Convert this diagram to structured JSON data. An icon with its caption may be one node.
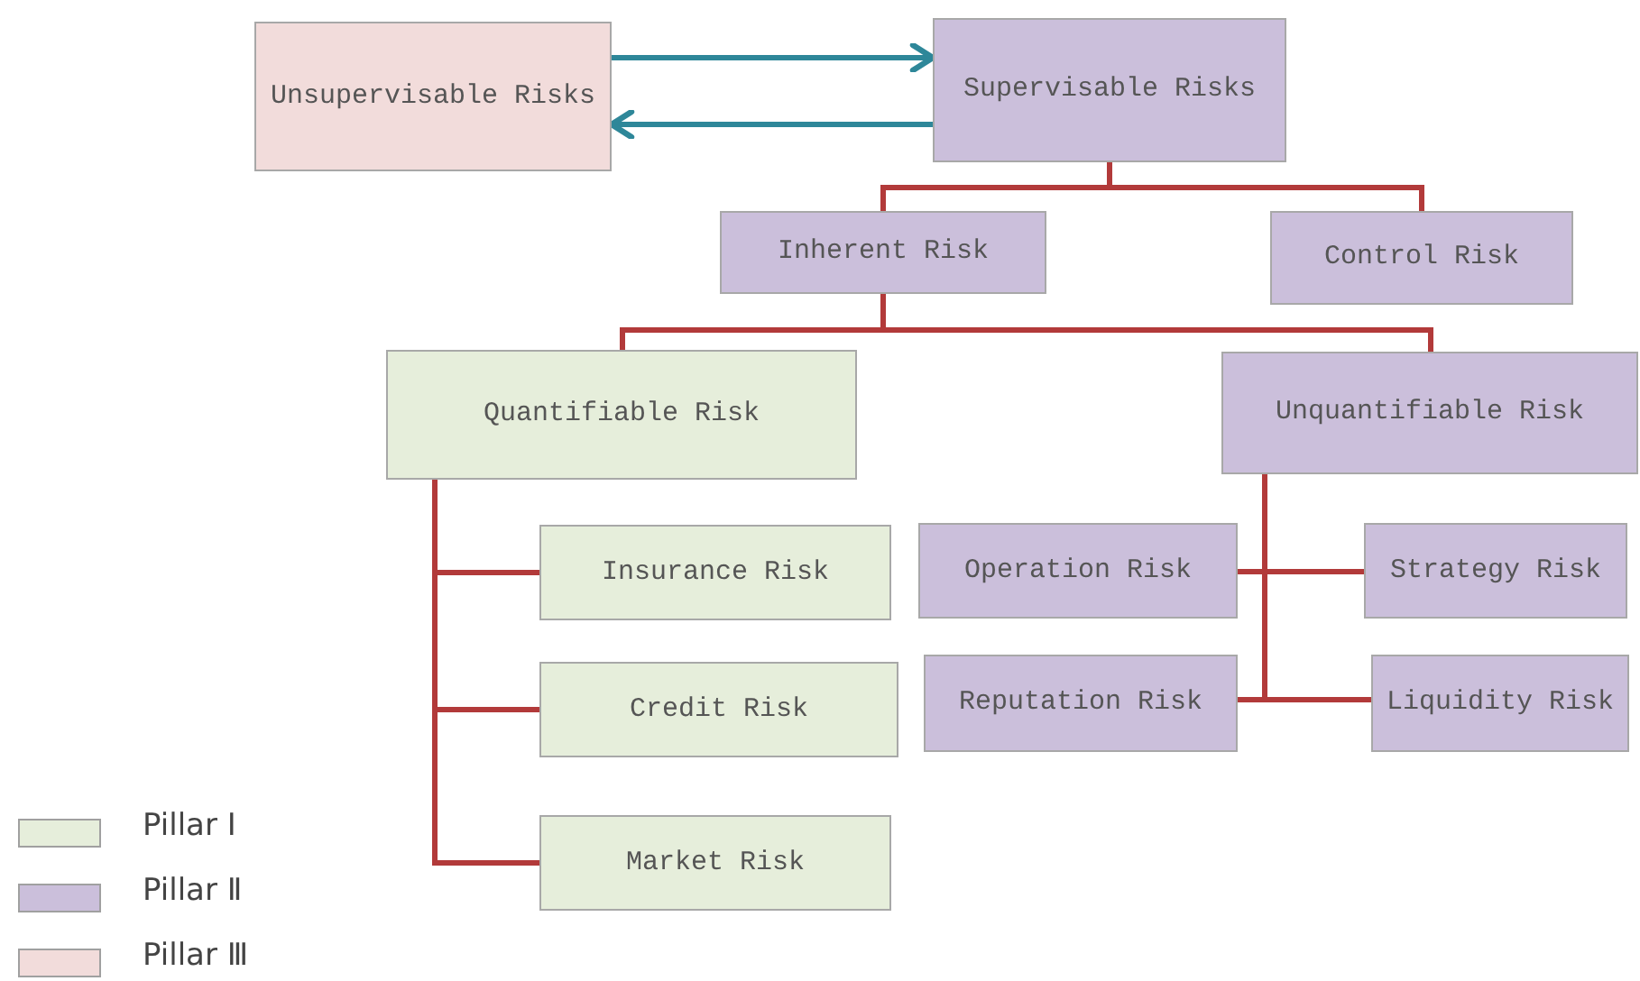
{
  "diagram": {
    "nodes": [
      {
        "text": [
          "Unsupervisable Risks"
        ]
      },
      {
        "text": [
          "Supervisable Risks"
        ]
      },
      {
        "text": [
          "Inherent Risk"
        ]
      },
      {
        "text": [
          "Control Risk"
        ]
      },
      {
        "text": [
          "Quantifiable Risk"
        ]
      },
      {
        "text": [
          "Unquantifiable Risk"
        ]
      },
      {
        "text": [
          "Insurance Risk"
        ]
      },
      {
        "text": [
          "Credit Risk"
        ]
      },
      {
        "text": [
          "Market Risk"
        ]
      },
      {
        "text": [
          "Operation Risk"
        ]
      },
      {
        "text": [
          "Strategy Risk"
        ]
      },
      {
        "text": [
          "Reputation Risk"
        ]
      },
      {
        "text": [
          "Liquidity Risk"
        ]
      }
    ],
    "edges": [
      {
        "from": 0,
        "to": 1,
        "arrow": "to",
        "color": "#2e8799"
      },
      {
        "from": 1,
        "to": 0,
        "arrow": "to",
        "color": "#2e8799"
      },
      {
        "from": 1,
        "to": 2,
        "arrow": "none"
      },
      {
        "from": 1,
        "to": 3,
        "arrow": "none"
      },
      {
        "from": 2,
        "to": 4,
        "arrow": "none"
      },
      {
        "from": 2,
        "to": 5,
        "arrow": "none"
      },
      {
        "from": 4,
        "to": 6,
        "arrow": "none"
      },
      {
        "from": 4,
        "to": 7,
        "arrow": "none"
      },
      {
        "from": 4,
        "to": 8,
        "arrow": "none"
      },
      {
        "from": 5,
        "to": 9,
        "arrow": "none"
      },
      {
        "from": 5,
        "to": 10,
        "arrow": "none"
      },
      {
        "from": 5,
        "to": 11,
        "arrow": "none"
      },
      {
        "from": 5,
        "to": 12,
        "arrow": "none"
      }
    ],
    "legend": [
      {
        "text": "Pillar Ⅰ",
        "color": "#e6eedb"
      },
      {
        "text": "Pillar Ⅱ",
        "color": "#cbbfdb"
      },
      {
        "text": "Pillar Ⅲ",
        "color": "#f2dcdb"
      }
    ]
  }
}
